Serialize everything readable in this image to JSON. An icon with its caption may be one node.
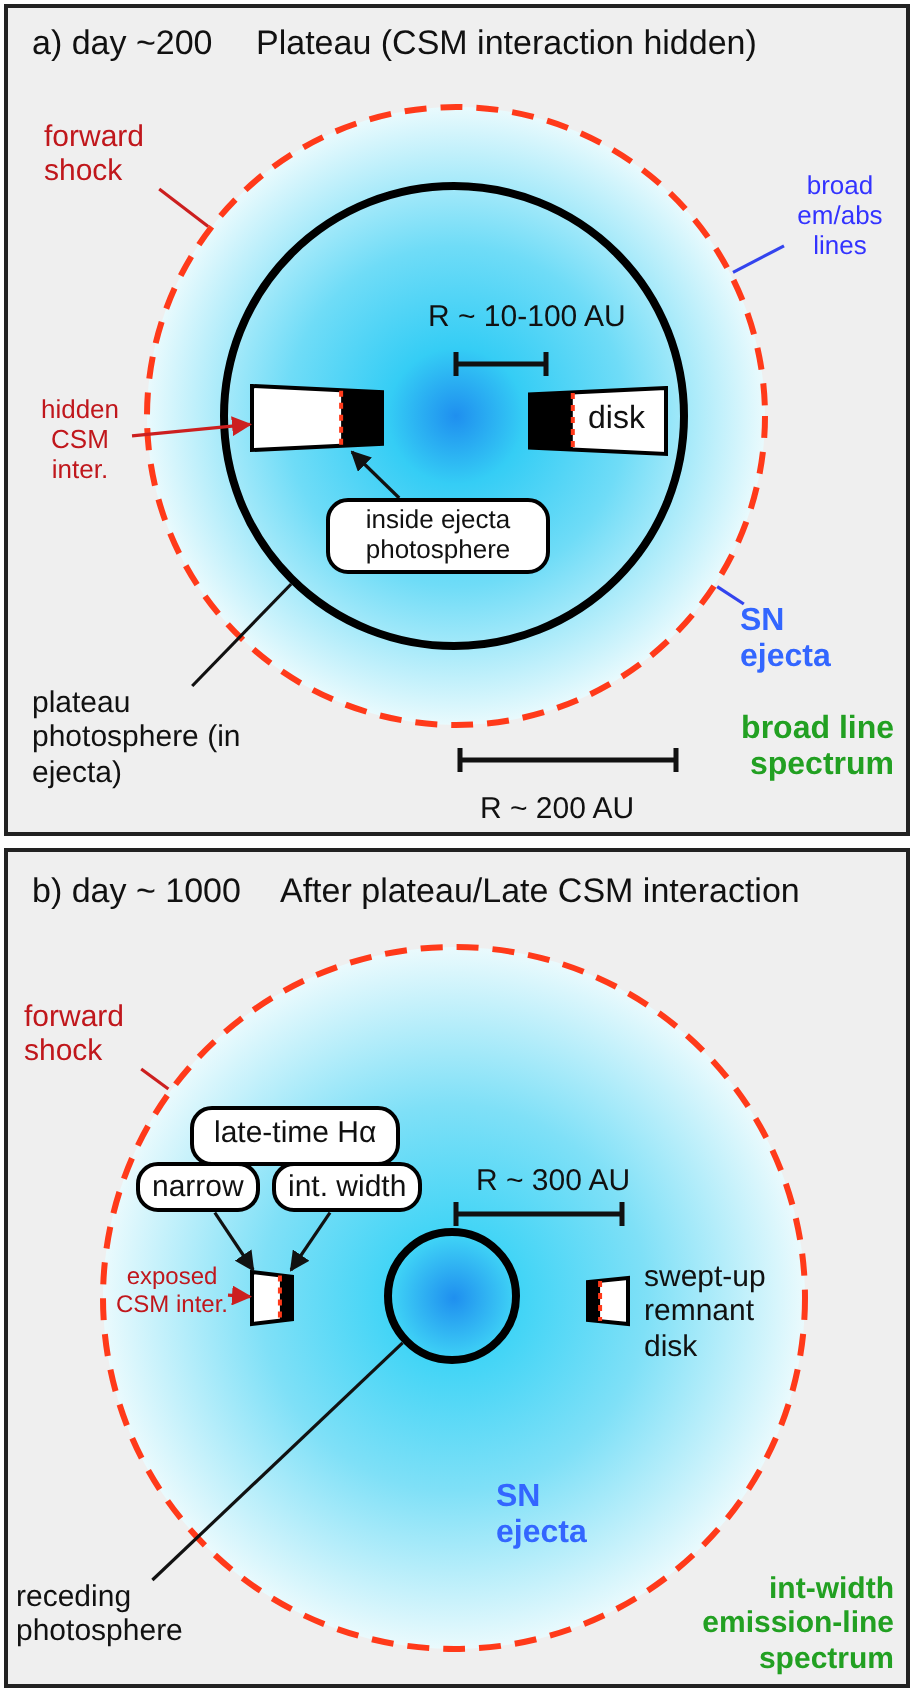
{
  "diagram": {
    "nodes": [
      {
        "text": [
          "a) day ~200",
          "Plateau (CSM interaction hidden)"
        ]
      },
      {
        "text": [
          "forward shock"
        ],
        "in": 0
      },
      {
        "text": [],
        "shape": "circle",
        "in": 0
      },
      {
        "text": [
          "broad em/abs lines"
        ],
        "in": 0
      },
      {
        "text": [],
        "shape": "circle",
        "in": 2
      },
      {
        "text": [],
        "shape": "box",
        "in": 4
      },
      {
        "text": [
          "disk"
        ],
        "in": 4
      },
      {
        "text": [
          "hidden CSM inter."
        ],
        "in": 0
      },
      {
        "text": [
          "inside ejecta photosphere"
        ],
        "in": 4
      },
      {
        "text": [
          "SN ejecta"
        ],
        "in": 0
      },
      {
        "text": [
          "plateau photosphere (in ejecta)"
        ],
        "in": 0
      },
      {
        "text": [
          "b) day ~ 1000",
          "After plateau/Late CSM interaction"
        ]
      },
      {
        "text": [
          "forward shock"
        ],
        "in": 11
      },
      {
        "text": [],
        "shape": "circle",
        "in": 11
      },
      {
        "text": [
          "late-time Hα"
        ],
        "in": 13
      },
      {
        "text": [
          "narrow"
        ],
        "in": 13
      },
      {
        "text": [
          "int. width"
        ],
        "in": 13
      },
      {
        "text": [],
        "shape": "box",
        "in": 13
      },
      {
        "text": [
          "exposed CSM inter."
        ],
        "in": 13
      },
      {
        "text": [],
        "shape": "circle",
        "in": 13
      },
      {
        "text": [],
        "shape": "box",
        "in": 13
      },
      {
        "text": [
          "receding photosphere"
        ],
        "in": 11
      }
    ],
    "edges": [
      {
        "from": 1,
        "to": 2,
        "arrow": "none",
        "color": "#cc1f1f"
      },
      {
        "from": 3,
        "to": 2,
        "arrow": "none",
        "color": "#3344ee"
      },
      {
        "from": 7,
        "to": 5,
        "arrow": "to",
        "color": "#cc1f1f"
      },
      {
        "from": 8,
        "to": 5,
        "arrow": "to"
      },
      {
        "from": 9,
        "to": 2,
        "arrow": "none",
        "color": "#3344ee"
      },
      {
        "from": 10,
        "to": 4,
        "arrow": "none"
      },
      {
        "from": 12,
        "to": 13,
        "arrow": "none",
        "color": "#cc1f1f"
      },
      {
        "from": 15,
        "to": 17,
        "arrow": "to"
      },
      {
        "from": 16,
        "to": 17,
        "arrow": "to"
      },
      {
        "from": 18,
        "to": 17,
        "arrow": "to",
        "color": "#cc1f1f"
      },
      {
        "from": 21,
        "to": 19,
        "arrow": "none"
      }
    ],
    "labels": [
      "R ~ 10-100 AU",
      "R ~ 200 AU",
      "broad line spectrum",
      "R ~ 300 AU",
      "swept-up remnant disk",
      "SN ejecta",
      "int-width emission-line spectrum"
    ]
  }
}
